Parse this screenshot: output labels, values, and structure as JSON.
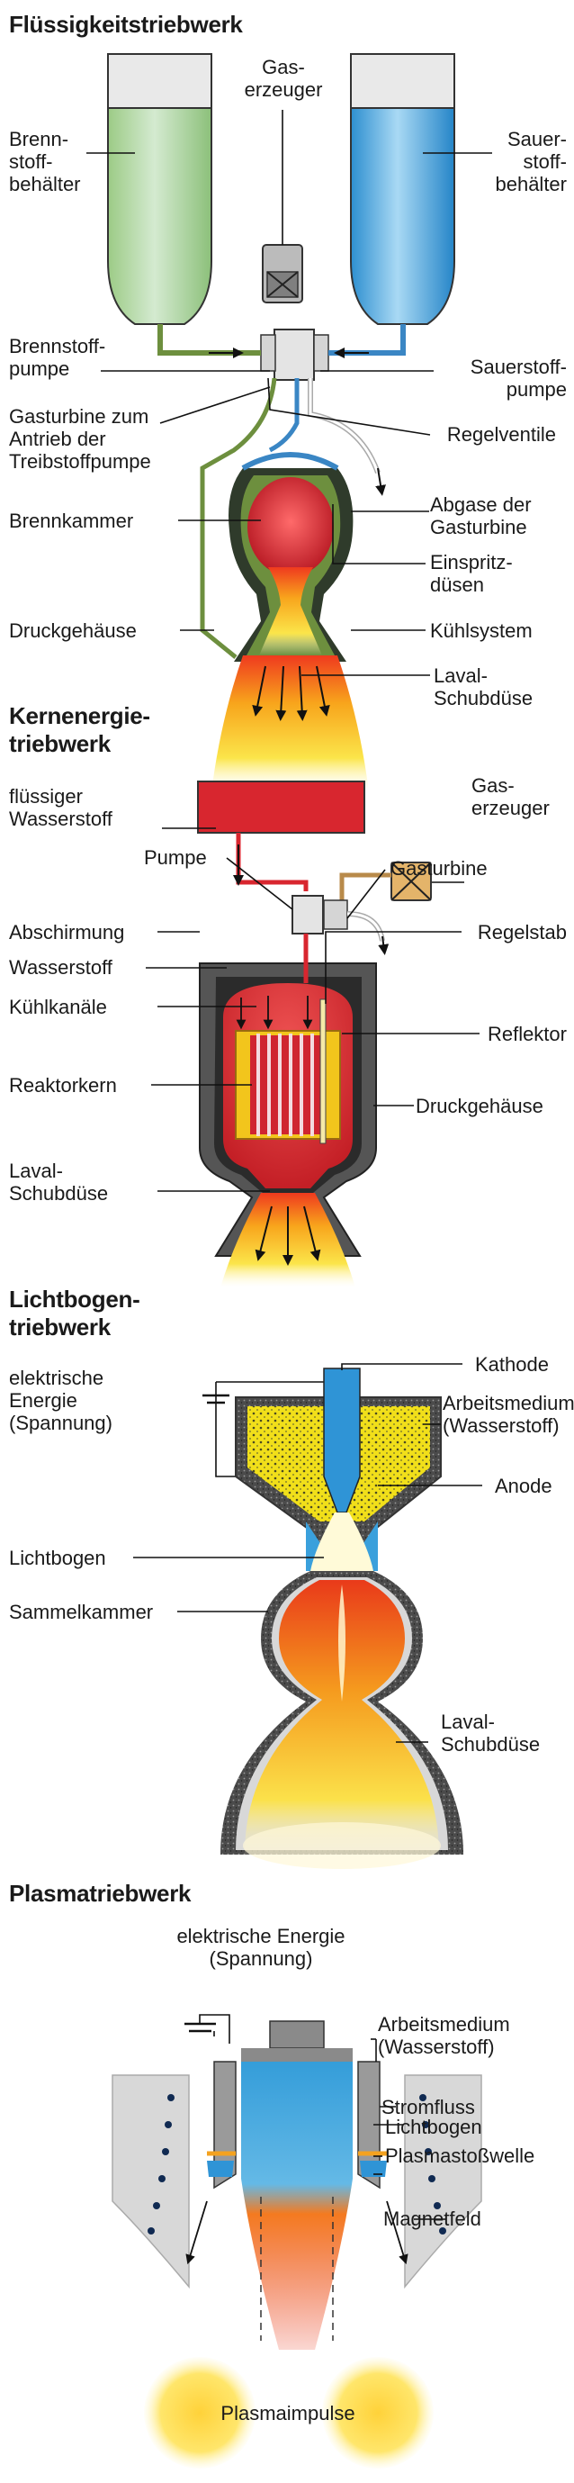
{
  "sections": {
    "liquid": {
      "title": "Flüssigkeitstriebwerk",
      "labels": {
        "fuel_tank": "Brenn-\nstoff-\nbehälter",
        "gas_generator": "Gas-\nerzeuger",
        "oxidizer_tank": "Sauer-\nstoff-\nbehälter",
        "fuel_pump": "Brennstoff-\npumpe",
        "oxidizer_pump": "Sauerstoff-\npumpe",
        "gas_turbine": "Gasturbine zum\nAntrieb der\nTreibstoffpumpe",
        "control_valves": "Regelventile",
        "combustion_chamber": "Brennkammer",
        "turbine_exhaust": "Abgase der\nGasturbine",
        "injectors": "Einspritz-\ndüsen",
        "pressure_housing": "Druckgehäuse",
        "cooling_system": "Kühlsystem",
        "laval_nozzle": "Laval-\nSchubdüse"
      }
    },
    "nuclear": {
      "title": "Kernenergie-\ntriebwerk",
      "labels": {
        "liquid_hydrogen": "flüssiger\nWasserstoff",
        "gas_generator": "Gas-\nerzeuger",
        "pump": "Pumpe",
        "gas_turbine": "Gasturbine",
        "shielding": "Abschirmung",
        "control_rod": "Regelstab",
        "hydrogen": "Wasserstoff",
        "cooling_channels": "Kühlkanäle",
        "reflector": "Reflektor",
        "reactor_core": "Reaktorkern",
        "pressure_housing": "Druckgehäuse",
        "laval_nozzle": "Laval-\nSchubdüse"
      }
    },
    "arc": {
      "title": "Lichtbogen-\ntriebwerk",
      "labels": {
        "cathode": "Kathode",
        "electric_energy": "elektrische\nEnergie\n(Spannung)",
        "working_medium": "Arbeitsmedium\n(Wasserstoff)",
        "anode": "Anode",
        "arc": "Lichtbogen",
        "collection_chamber": "Sammelkammer",
        "laval_nozzle": "Laval-\nSchubdüse"
      }
    },
    "plasma": {
      "title": "Plasmatriebwerk",
      "labels": {
        "electric_energy": "elektrische Energie\n(Spannung)",
        "working_medium": "Arbeitsmedium\n(Wasserstoff)",
        "current_flow": "Stromfluss",
        "arc": "Lichtbogen",
        "plasma_shockwave": "Plasmastoßwelle",
        "magnetic_field": "Magnetfeld",
        "plasma_pulses": "Plasmaimpulse"
      }
    }
  },
  "colors": {
    "fuel": "#b7d9a4",
    "oxygen": "#3aa0dc",
    "red": "#d92b2b",
    "yellow": "#f6e21e",
    "flame": "#f7a21b",
    "housing": "#555555",
    "cooling": "#6d8f3e"
  }
}
